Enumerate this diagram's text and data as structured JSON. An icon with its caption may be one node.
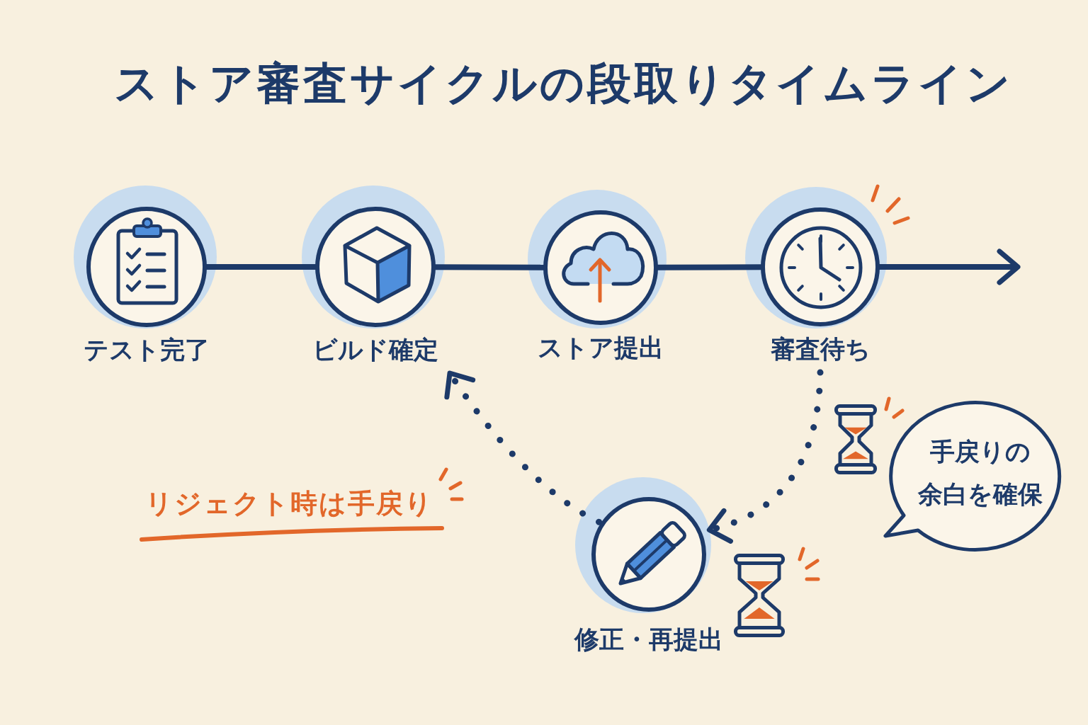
{
  "diagram": {
    "title": "ストア審査サイクルの段取りタイムライン",
    "nodes": [
      {
        "text": [
          "テスト完了"
        ]
      },
      {
        "text": [
          "ビルド確定"
        ]
      },
      {
        "text": [
          "ストア提出"
        ]
      },
      {
        "text": [
          "審査待ち"
        ]
      },
      {
        "text": [
          "修正・再提出"
        ]
      },
      {
        "text": [
          "手戻りの余白を確保"
        ]
      }
    ],
    "edges": [
      {
        "from": 0,
        "to": 1,
        "arrow": "none"
      },
      {
        "from": 1,
        "to": 2,
        "arrow": "none"
      },
      {
        "from": 2,
        "to": 3,
        "arrow": "none"
      },
      {
        "from": 3,
        "to": null,
        "arrow": "to"
      },
      {
        "from": 3,
        "to": 4,
        "arrow": "to",
        "style": "dashed"
      },
      {
        "from": 4,
        "to": 1,
        "arrow": "to",
        "style": "dashed"
      }
    ],
    "labels": [
      "リジェクト時は手戻り"
    ]
  }
}
